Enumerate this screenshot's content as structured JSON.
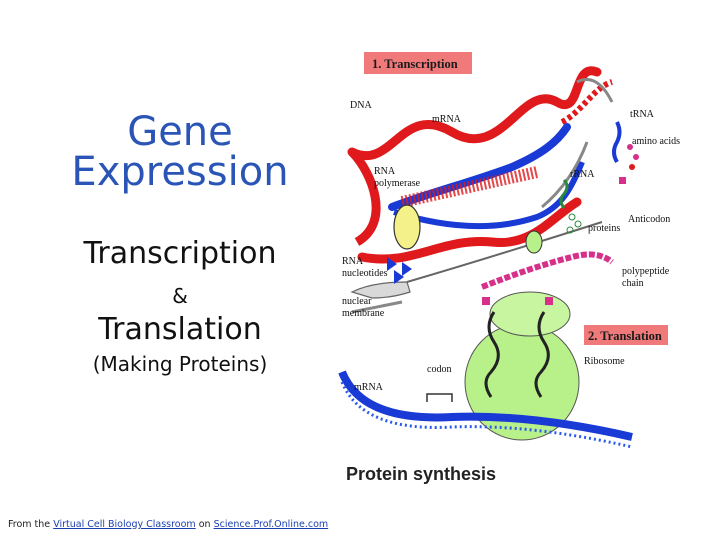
{
  "slide": {
    "title_line1": "Gene",
    "title_line2": "Expression",
    "subtitle_transcription": "Transcription",
    "ampersand": "&",
    "subtitle_translation": "Translation",
    "subtitle_note": "(Making Proteins)",
    "credit": {
      "prefix": "From the",
      "link1": "Virtual Cell Biology Classroom",
      "middle": "on",
      "link2": "Science.Prof.Online.com"
    }
  },
  "figure": {
    "step1_label": "1. Transcription",
    "step2_label": "2. Translation",
    "caption": "Protein synthesis",
    "labels": {
      "dna": "DNA",
      "mrna_top": "mRNA",
      "trna": "tRNA",
      "amino_acids": "amino acids",
      "rrna": "rRNA",
      "rna": "RNA",
      "polymerase": "polymerase",
      "anticodon": "Anticodon",
      "proteins": "proteins",
      "rna2": "RNA",
      "nucleotides": "nucleotides",
      "polypeptide": "polypeptide",
      "chain": "chain",
      "nuclear": "nuclear",
      "membrane": "membrane",
      "ribosome": "Ribosome",
      "codon": "codon",
      "mrna_bottom": "mRNA"
    },
    "colors": {
      "dna": "#e0191c",
      "rna": "#1a3ad6",
      "label_box": "#f07a7a",
      "ribosome": "#b8f08a",
      "polymerase": "#f4f08a",
      "polypeptide": "#d6308a"
    }
  }
}
